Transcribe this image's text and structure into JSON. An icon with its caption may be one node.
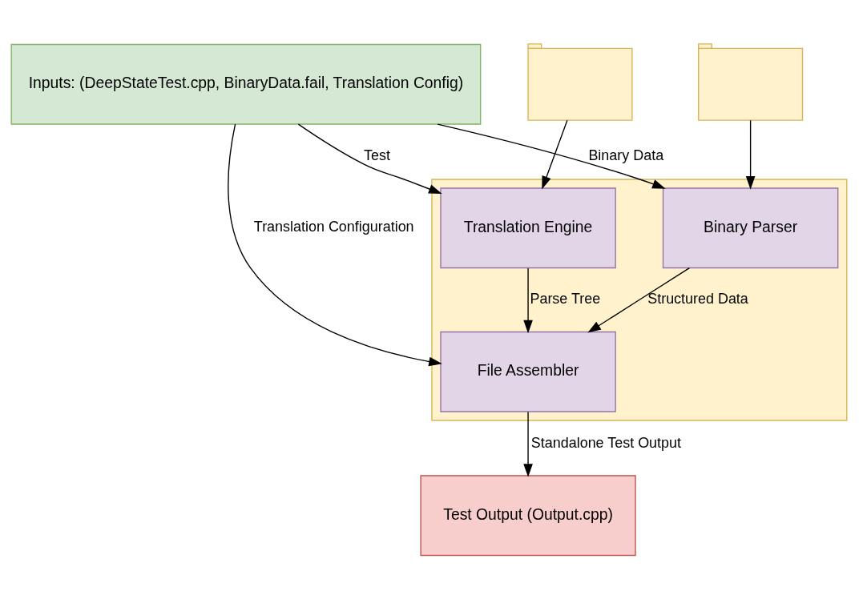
{
  "diagram": {
    "nodes": [
      {
        "text": [
          "Inputs: (DeepStateTest.cpp, BinaryData.fail, Translation Config)"
        ]
      },
      {
        "text": [],
        "shape": "folder"
      },
      {
        "text": [],
        "shape": "box"
      },
      {
        "text": [
          "Translation Engine"
        ],
        "in": 2
      },
      {
        "text": [
          "Binary Parser"
        ],
        "in": 2
      },
      {
        "text": [],
        "shape": "folder"
      },
      {
        "text": [
          "File Assembler"
        ],
        "in": 2
      },
      {
        "text": [
          "Test Output (Output.cpp)"
        ]
      }
    ],
    "edges": [
      {
        "from": 0,
        "to": 3,
        "arrow": "to",
        "label": "Test"
      },
      {
        "from": 0,
        "to": 4,
        "arrow": "to",
        "label": "Binary Data"
      },
      {
        "from": 0,
        "to": 6,
        "arrow": "to",
        "label": "Translation Configuration"
      },
      {
        "from": 1,
        "to": 3,
        "arrow": "to"
      },
      {
        "from": 5,
        "to": 4,
        "arrow": "to"
      },
      {
        "from": 3,
        "to": 6,
        "arrow": "to",
        "label": "Parse Tree"
      },
      {
        "from": 4,
        "to": 6,
        "arrow": "to",
        "label": "Structured Data"
      },
      {
        "from": 6,
        "to": 7,
        "arrow": "to",
        "label": "Standalone Test Output"
      }
    ]
  }
}
